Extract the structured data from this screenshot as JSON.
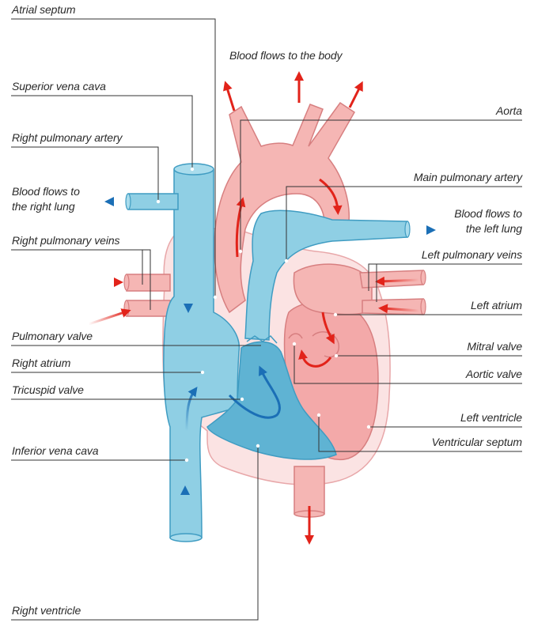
{
  "labels": {
    "atrial_septum": "Atrial septum",
    "blood_to_body": "Blood flows to the body",
    "superior_vena_cava": "Superior vena cava",
    "aorta": "Aorta",
    "right_pulmonary_artery": "Right pulmonary artery",
    "main_pulmonary_artery": "Main pulmonary artery",
    "blood_to_right_lung_1": "Blood flows to",
    "blood_to_right_lung_2": "the right lung",
    "blood_to_left_lung_1": "Blood flows to",
    "blood_to_left_lung_2": "the left lung",
    "right_pulmonary_veins": "Right pulmonary veins",
    "left_pulmonary_veins": "Left pulmonary veins",
    "left_atrium": "Left atrium",
    "pulmonary_valve": "Pulmonary valve",
    "mitral_valve": "Mitral valve",
    "right_atrium": "Right atrium",
    "aortic_valve": "Aortic valve",
    "tricuspid_valve": "Tricuspid valve",
    "left_ventricle": "Left ventricle",
    "ventricular_septum": "Ventricular septum",
    "inferior_vena_cava": "Inferior vena cava",
    "right_ventricle": "Right ventricle"
  },
  "colors": {
    "oxygenated_fill": "#f5b6b4",
    "oxygenated_outline": "#d77f80",
    "deoxygenated_fill": "#8fcfe4",
    "deoxygenated_outline": "#3f9cc2",
    "red_arrow": "#e2231a",
    "blue_arrow": "#1b6fb6",
    "heart_outline": "#e8a7a9",
    "leader_line": "#333333"
  }
}
